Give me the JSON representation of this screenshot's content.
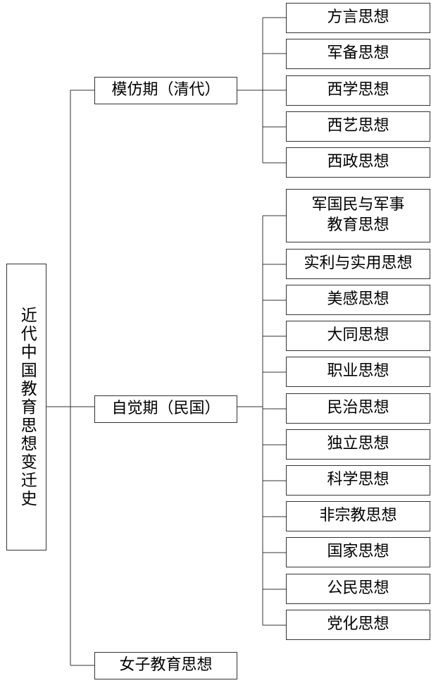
{
  "root": {
    "label": "近代中国教育思想变迁史"
  },
  "periods": [
    {
      "label": "模仿期（清代）",
      "children": [
        "方言思想",
        "军备思想",
        "西学思想",
        "西艺思想",
        "西政思想"
      ]
    },
    {
      "label": "自觉期（民国）",
      "children": [
        "军国民与军事\n教育思想",
        "实利与实用思想",
        "美感思想",
        "大同思想",
        "职业思想",
        "民治思想",
        "独立思想",
        "科学思想",
        "非宗教思想",
        "国家思想",
        "公民思想",
        "党化思想"
      ]
    },
    {
      "label": "女子教育思想",
      "children": []
    }
  ]
}
